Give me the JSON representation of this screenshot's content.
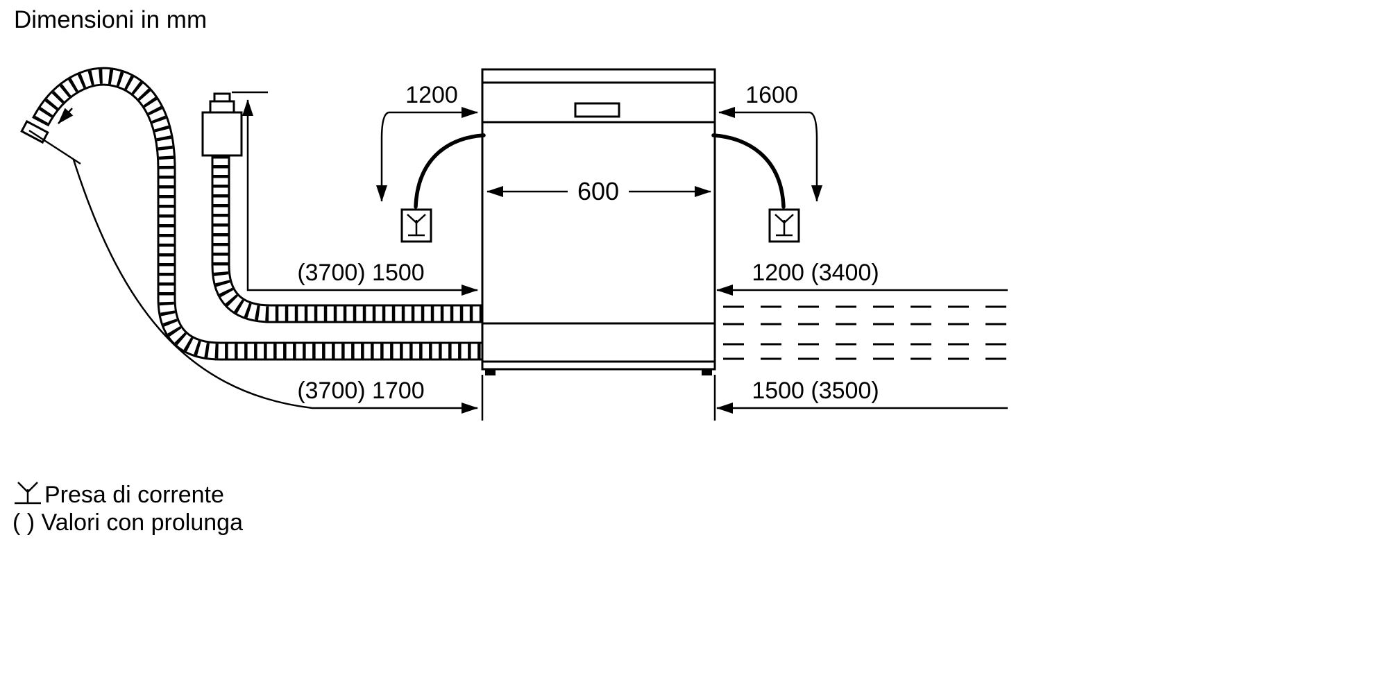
{
  "title": "Dimensioni in mm",
  "dimensions": {
    "power_cord_left_mm": "1200",
    "power_cord_right_mm": "1600",
    "appliance_width_mm": "600",
    "drain_hose_mm": "(3700) 1500",
    "supply_hose_mm": "(3700) 1700",
    "right_top_mm": "1200 (3400)",
    "right_bottom_mm": "1500 (3500)"
  },
  "legend": {
    "socket_label": "Presa di corrente",
    "extension_label": "( ) Valori con prolunga"
  },
  "icons": {
    "power_socket": "power-socket-icon"
  },
  "colors": {
    "line": "#000000",
    "background": "#ffffff"
  }
}
